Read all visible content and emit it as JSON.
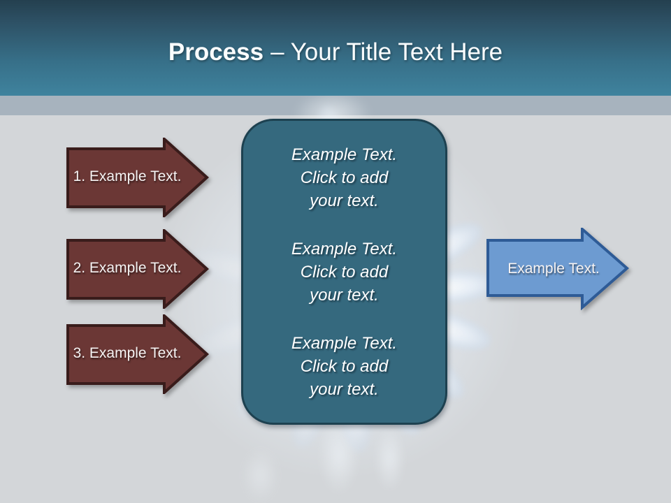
{
  "title": {
    "emphasis": "Process",
    "rest": "– Your Title Text Here"
  },
  "left_arrows": [
    {
      "label": "1. Example Text."
    },
    {
      "label": "2. Example Text."
    },
    {
      "label": "3. Example Text."
    }
  ],
  "panel": {
    "blocks": [
      "Example Text.\nClick  to add\nyour text.",
      "Example Text.\nClick  to add\nyour text.",
      "Example Text.\nClick  to add\nyour text."
    ]
  },
  "right_arrow": {
    "label": "Example Text."
  },
  "colors": {
    "header_top": "#2a4859",
    "header_bottom": "#3d819c",
    "divider_band": "#a7b3be",
    "background": "#d3d6d9",
    "step_arrow_fill": "#6b3735",
    "step_arrow_border": "#391c1b",
    "panel_fill": "#35697e",
    "panel_border": "#1d4150",
    "forward_arrow_fill": "#6d9bd1",
    "forward_arrow_border": "#2e5b96"
  }
}
